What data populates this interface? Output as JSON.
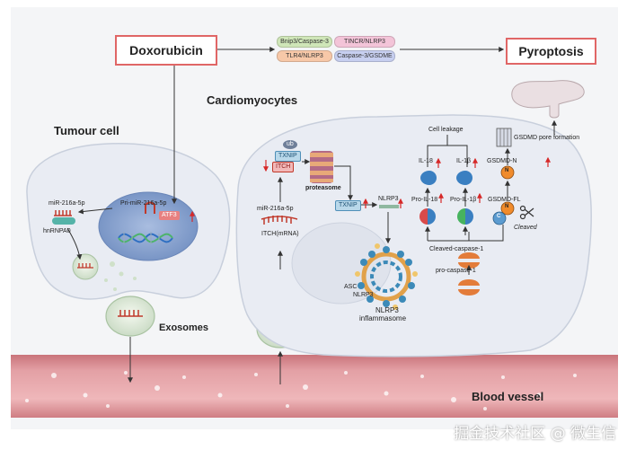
{
  "nodes": {
    "doxorubicin": "Doxorubicin",
    "pyroptosis": "Pyroptosis",
    "tumour_cell": "Tumour cell",
    "cardiomyocytes": "Cardiomyocytes",
    "exosomes": "Exosomes",
    "blood_vessel": "Blood vessel"
  },
  "pathways": {
    "bnip3": "Bnip3/Caspase-3",
    "tincr": "TINCR/NLRP3",
    "tlr4": "TLR4/NLRP3",
    "caspase3": "Caspase-3/GSDME"
  },
  "tumour": {
    "mir_216a": "miR-216a-5p",
    "hnrnpa0": "hnRNPA0",
    "pri_mir": "Pri-miR-216a-5p",
    "atf3": "ATF3"
  },
  "cardio": {
    "ub": "ub",
    "txnip_top": "TXNIP",
    "itch_protein": "ITCH",
    "proteasome": "proteasome",
    "txnip_mid": "TXNIP",
    "nlrp3_active": "NLRP3",
    "mir_216a": "miR-216a-5p",
    "itch_mrna": "ITCH(mRNA)",
    "asc": "ASC",
    "nlrp3": "NLRP3",
    "inflammasome_line1": "NLRP3",
    "inflammasome_line2": "inflammasome",
    "cell_leakage": "Cell leakage",
    "il18": "IL-18",
    "il1b": "IL-1β",
    "gsdmd_n": "GSDMD-N",
    "pro_il18": "Pro-IL-18",
    "pro_il1b": "Pro-IL-1β",
    "gsdmd_fl": "GSDMD-FL",
    "cleaved": "Cleaved",
    "cleaved_caspase": "Cleaved-caspase-1",
    "pro_caspase": "pro-caspase-1",
    "pore": "GSDMD pore formation",
    "n_label": "N",
    "c_label": "C"
  },
  "watermark": "掘金技术社区 @ 微生信",
  "colors": {
    "box_red": "#e06666",
    "nucleus_blue": "#7f9cc9",
    "cell_fill": "#eef1f6",
    "vessel_red": "#d4868b",
    "arrow": "#333333",
    "up_arrow": "#d62828"
  }
}
